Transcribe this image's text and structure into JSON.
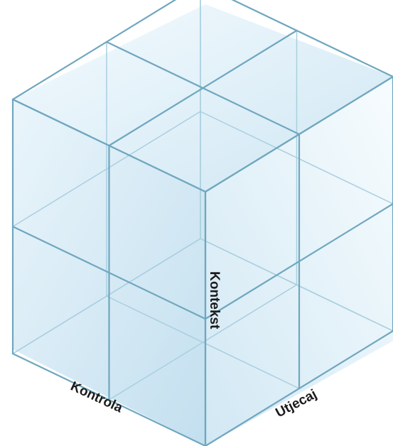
{
  "diagram": {
    "grid_divisions": 2,
    "labels": {
      "left_axis": "Kontrola",
      "right_axis": "Utjecaj",
      "vertical_axis": "Kontekst"
    },
    "colors": {
      "top_face_light": "#f4fbfe",
      "top_face_dark": "#cfe6f3",
      "left_face_light": "#eaf5fb",
      "left_face_dark": "#c3dfef",
      "right_face_light": "#f7fcfe",
      "right_face_dark": "#d2e8f4",
      "edge": "#6fa7bf",
      "inner_edge": "#a9cfe0",
      "label": "#1b1b1b"
    }
  }
}
